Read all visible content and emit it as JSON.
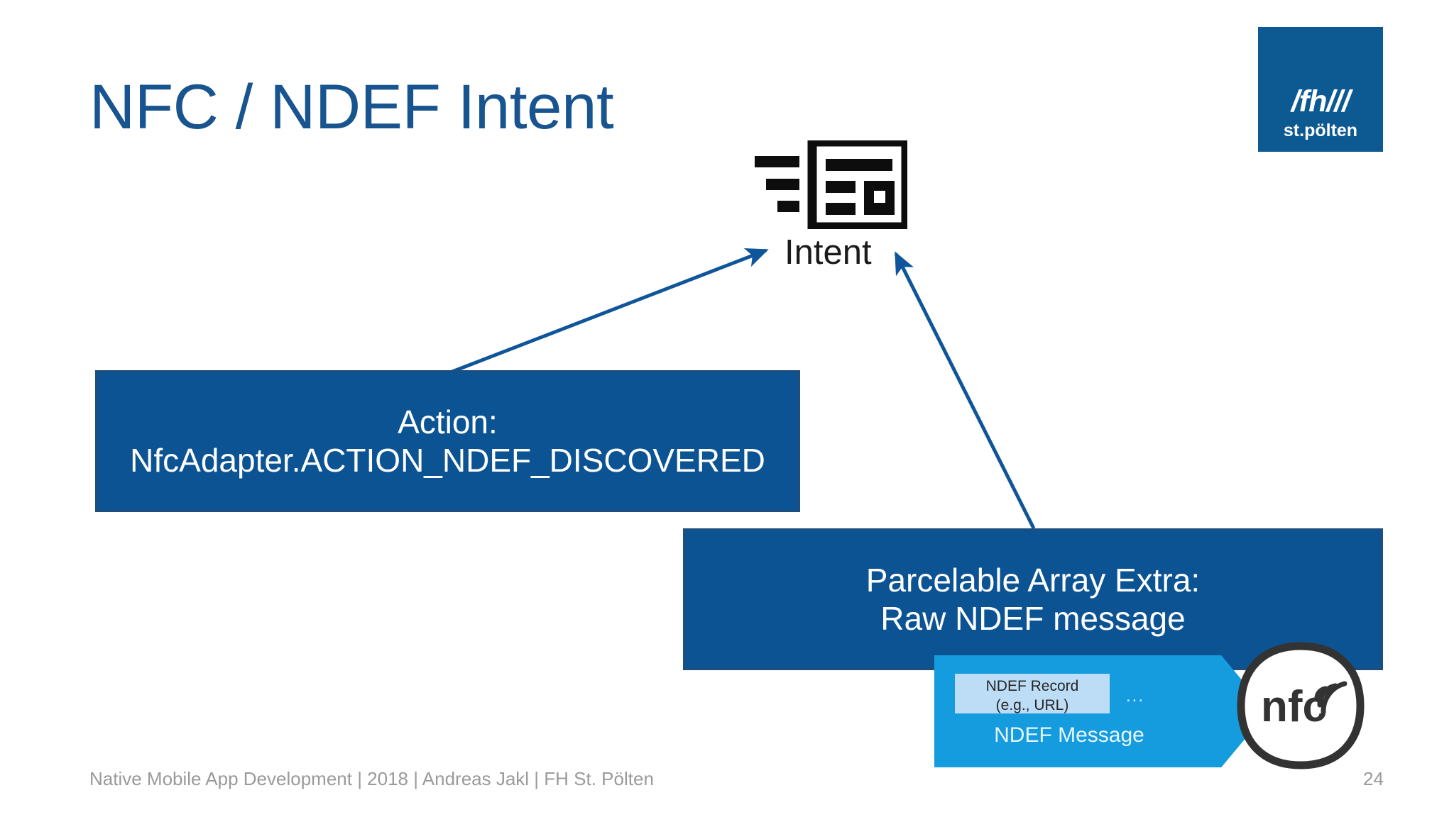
{
  "slide": {
    "title": "NFC / NDEF Intent",
    "page_number": "24",
    "footer": "Native Mobile App Development | 2018 | Andreas Jakl | FH St. Pölten",
    "background_color": "#ffffff",
    "title_color": "#18548F"
  },
  "logo": {
    "name": "fh-st-poelten-logo",
    "main_text": "/fh///",
    "sub_text": "st.pölten",
    "background_color": "#0D5A93",
    "text_color": "#ffffff"
  },
  "intent": {
    "icon_name": "intent-icon",
    "label": "Intent",
    "label_color": "#1a1a1a",
    "icon_color": "#0d0d0d"
  },
  "boxes": [
    {
      "name": "action-box",
      "line1": "Action:",
      "line2": "NfcAdapter.ACTION_NDEF_DISCOVERED",
      "fill_color": "#0C5394",
      "border_color": "#1D4E7E",
      "text_color": "#ffffff"
    },
    {
      "name": "parcelable-box",
      "line1": "Parcelable Array Extra:",
      "line2": "Raw NDEF message",
      "fill_color": "#0C5394",
      "border_color": "#1D4E7E",
      "text_color": "#ffffff"
    }
  ],
  "ndef": {
    "message_label": "NDEF Message",
    "record_line1": "NDEF Record",
    "record_line2": "(e.g., URL)",
    "ellipsis": "...",
    "message_fill": "#149CDE",
    "record_fill": "#BDDDF7",
    "record_text_color": "#262626",
    "message_label_color": "#E8F6FE"
  },
  "nfc_badge": {
    "name": "nfc-logo",
    "text": "nfc",
    "outline_color": "#333333",
    "fill_color": "#ffffff"
  },
  "arrows": [
    {
      "name": "arrow-action-to-intent",
      "from": "action-box-top",
      "to": "intent-label-left",
      "color": "#0E5699"
    },
    {
      "name": "arrow-parcelable-to-intent",
      "from": "parcelable-box-top",
      "to": "intent-label-right",
      "color": "#0E5699"
    }
  ]
}
